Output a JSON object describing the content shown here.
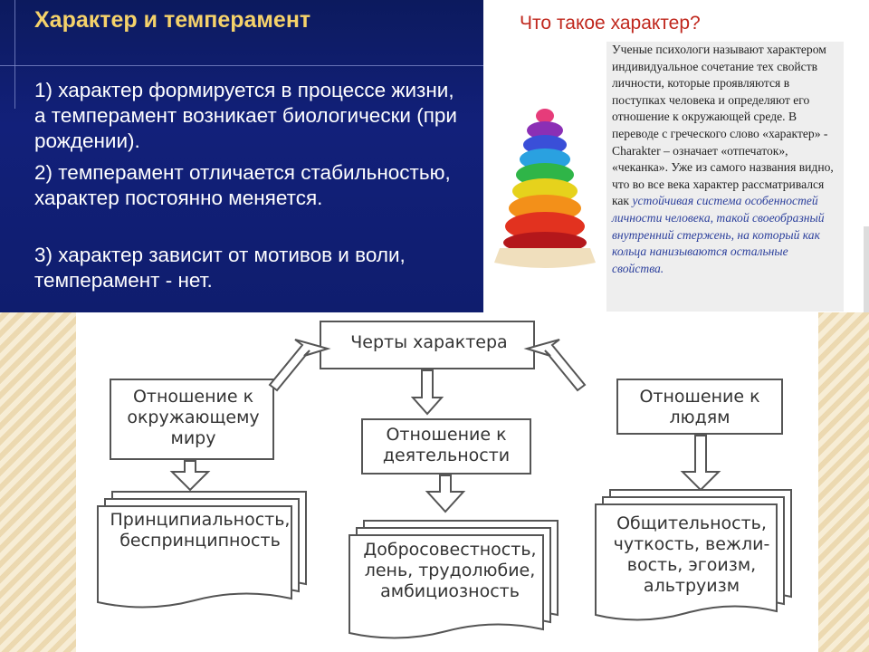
{
  "left": {
    "title": "Характер и темперамент",
    "points": [
      "1) характер формируется в процессе жизни, а темперамент возникает биологически (при рождении).",
      "2) темперамент отличается стабильностью, характер постоянно меняется.",
      "3) характер зависит от мотивов и воли, темперамент - нет."
    ]
  },
  "right": {
    "heading": "Что такое характер?",
    "text_plain": "Ученые психологи называют характером индивидуальное сочетание тех свойств личности, которые проявляются в поступках человека и определяют его отношение к окружающей среде. В переводе с греческого слово «характер» - Charakter – означает «отпечаток», «чеканка». Уже из самого названия видно, что во все века характер рассматривался как",
    "text_emphasis": "устойчивая система особенностей личности человека, такой своеобразный внутренний стержень, на который как кольца нанизываются остальные свойства."
  },
  "diagram": {
    "root": "Черты характера",
    "world": "Отношение к окружающему миру",
    "activity": "Отношение к деятельности",
    "people": "Отношение к людям",
    "traits_world": "Принципиальность, беспринципность",
    "traits_activity": "Добросовестность, лень, трудолюбие, амбициозность",
    "traits_people": "Общительность, чуткость, вежли-вость, эгоизм, альтруизм"
  },
  "colors": {
    "panel_blue": "#12207a",
    "title_gold": "#f5d26a",
    "heading_red": "#c0281e",
    "emphasis_blue": "#2b3f9c"
  }
}
